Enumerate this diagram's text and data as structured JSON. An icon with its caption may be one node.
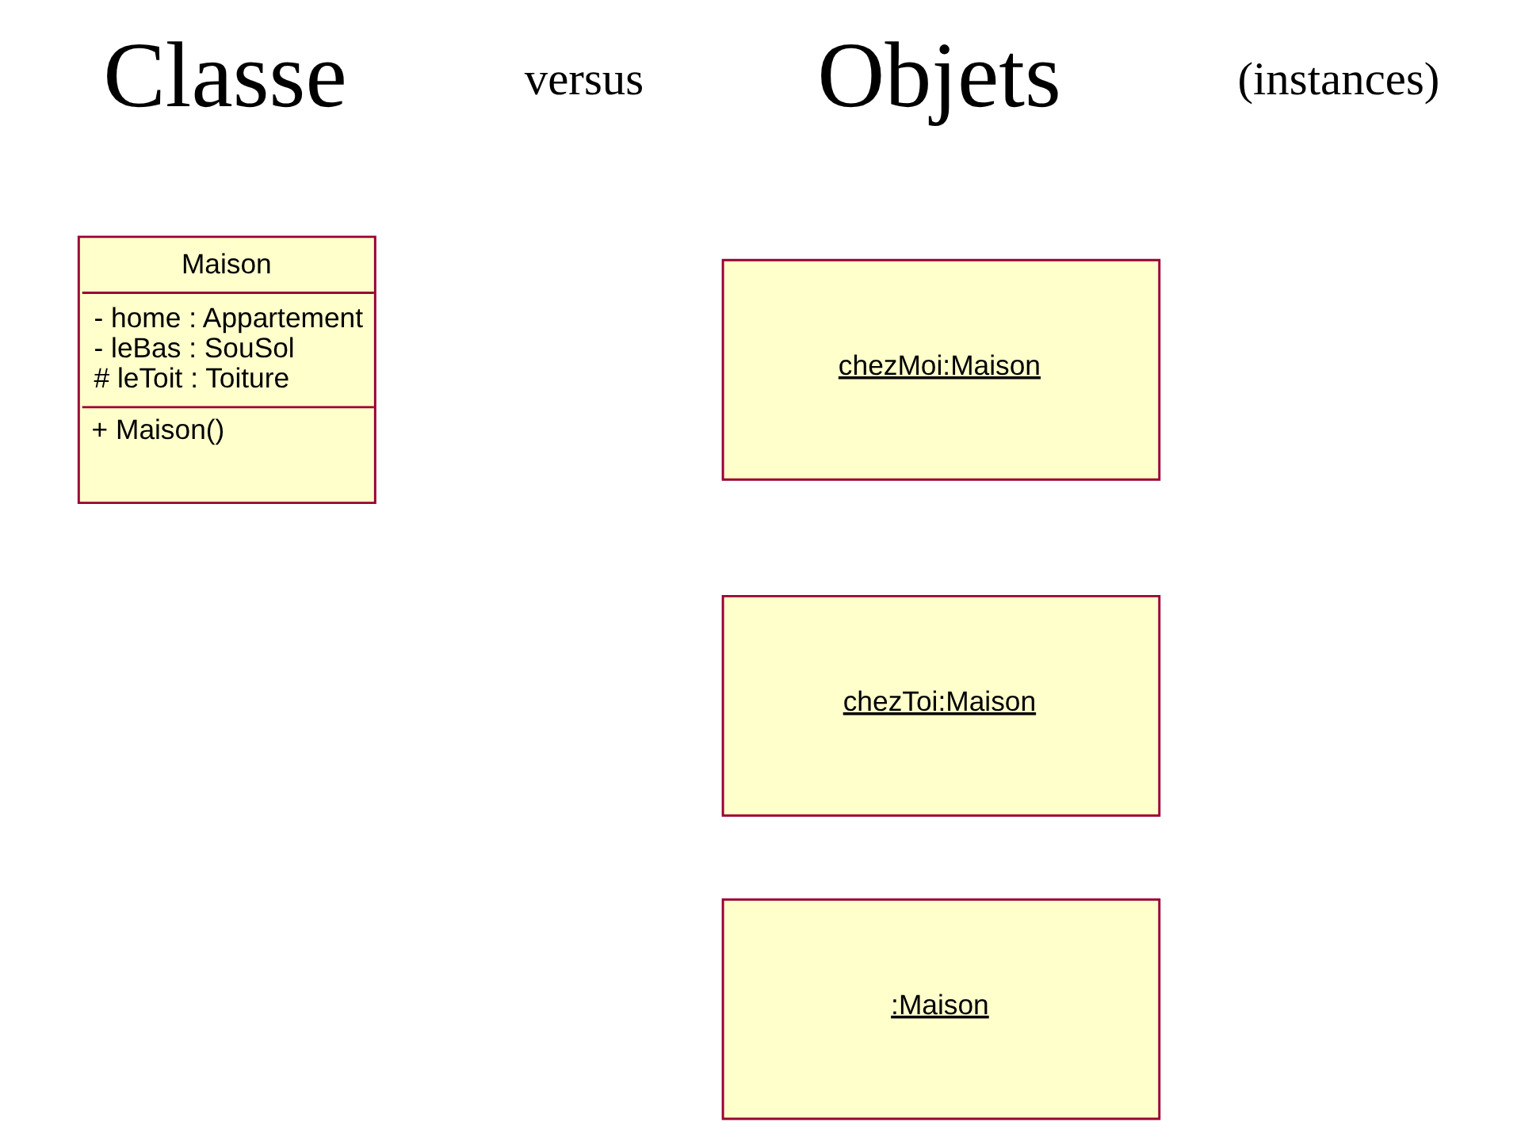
{
  "diagram": {
    "nodes": [
      {
        "text": [
          "Maison",
          "- home : Appartement",
          "- leBas : SouSol",
          "# leToit : Toiture",
          "+ Maison()"
        ]
      },
      {
        "text": [
          "chezMoi:Maison"
        ]
      },
      {
        "text": [
          "chezToi:Maison"
        ]
      },
      {
        "text": [
          ":Maison"
        ]
      }
    ],
    "edges": [],
    "labels": [
      "Classe",
      "versus",
      "Objets",
      "(instances)"
    ]
  }
}
